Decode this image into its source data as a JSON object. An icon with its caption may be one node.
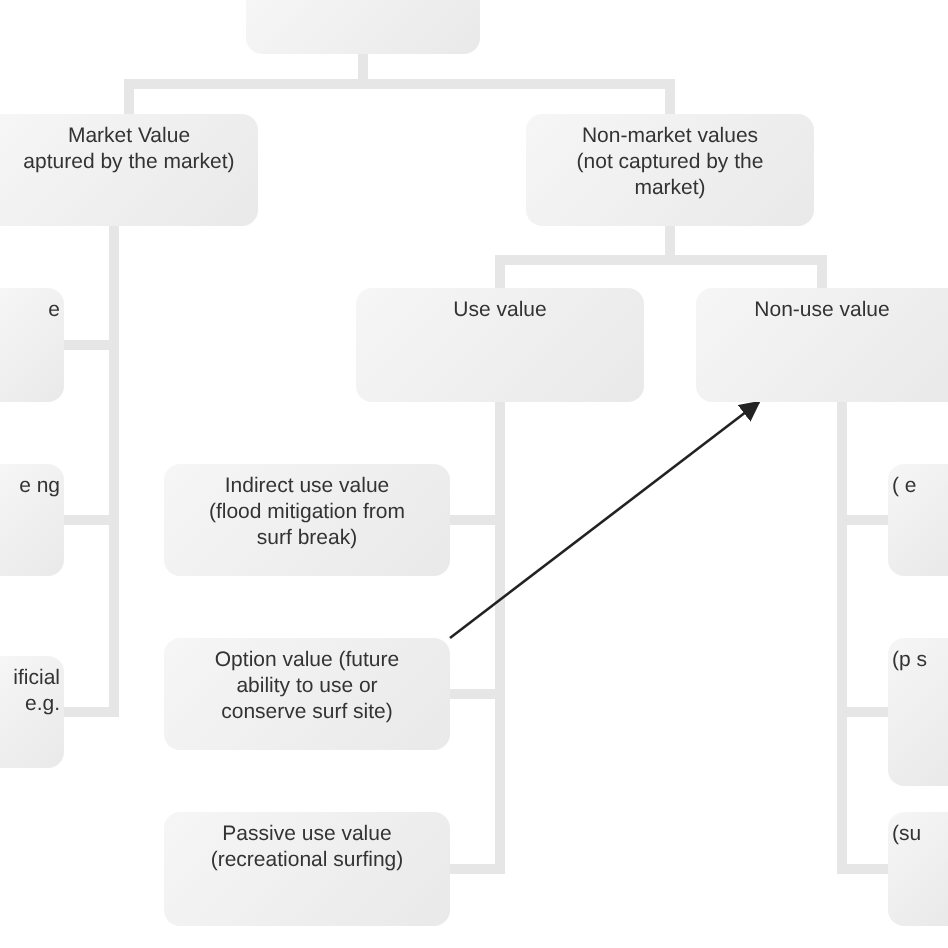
{
  "diagram": {
    "nodes": [
      {
        "text": [],
        "shape": "box"
      },
      {
        "text": [
          "Market Value",
          "aptured by the market)"
        ]
      },
      {
        "text": [
          "e"
        ]
      },
      {
        "text": [
          "e ng"
        ]
      },
      {
        "text": [
          "ificial e.g."
        ]
      },
      {
        "text": [
          "Non-market values (not captured by the market)"
        ]
      },
      {
        "text": [
          "Use value"
        ]
      },
      {
        "text": [
          "Non-use value"
        ]
      },
      {
        "text": [
          "Indirect use value (flood mitigation from surf break)"
        ]
      },
      {
        "text": [
          "Option value (future ability to use or conserve surf site)"
        ]
      },
      {
        "text": [
          "Passive use value (recreational surfing)"
        ]
      },
      {
        "text": [
          "( e"
        ]
      },
      {
        "text": [
          "(p s"
        ]
      },
      {
        "text": [
          "(su"
        ]
      }
    ],
    "edges": [
      {
        "from": 0,
        "to": 1,
        "arrow": "none"
      },
      {
        "from": 0,
        "to": 5,
        "arrow": "none"
      },
      {
        "from": 1,
        "to": 2,
        "arrow": "none"
      },
      {
        "from": 1,
        "to": 3,
        "arrow": "none"
      },
      {
        "from": 1,
        "to": 4,
        "arrow": "none"
      },
      {
        "from": 5,
        "to": 6,
        "arrow": "none"
      },
      {
        "from": 5,
        "to": 7,
        "arrow": "none"
      },
      {
        "from": 6,
        "to": 8,
        "arrow": "none"
      },
      {
        "from": 6,
        "to": 9,
        "arrow": "none"
      },
      {
        "from": 6,
        "to": 10,
        "arrow": "none"
      },
      {
        "from": 7,
        "to": 11,
        "arrow": "none"
      },
      {
        "from": 7,
        "to": 12,
        "arrow": "none"
      },
      {
        "from": 7,
        "to": 13,
        "arrow": "none"
      },
      {
        "from": 9,
        "to": 7,
        "arrow": "to",
        "color": "#222222"
      }
    ]
  }
}
